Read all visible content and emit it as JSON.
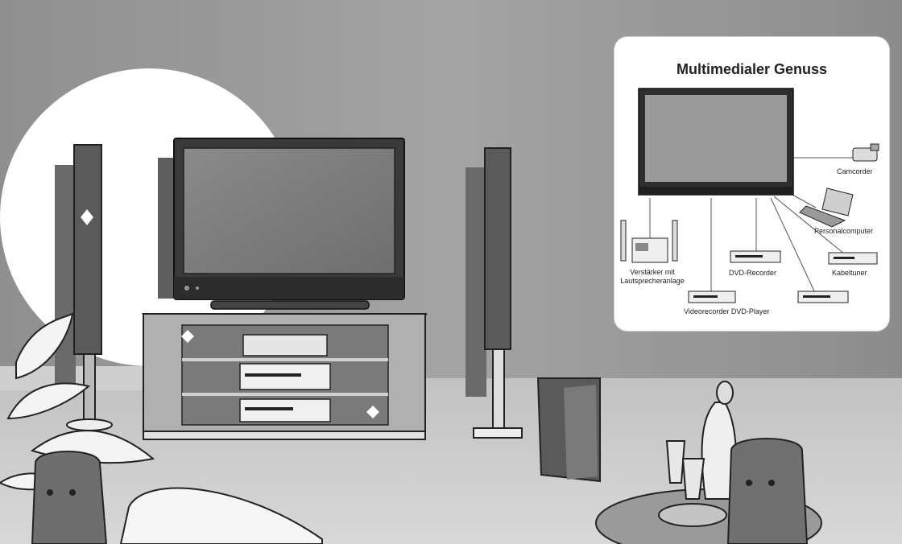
{
  "panel": {
    "title": "Multimedialer Genuss",
    "labels": {
      "camcorder": "Camcorder",
      "personal_computer": "Personalcomputer",
      "amplifier_line1": "Verstärker mit",
      "amplifier_line2": "Lautsprecheranlage",
      "dvd_recorder": "DVD-Recorder",
      "cable_tuner": "Kabeltuner",
      "videorecorder_dvd_player": "Videorecorder DVD-Player"
    }
  },
  "colors": {
    "wall": "#9a9a9a",
    "floor": "#cfcfcf",
    "glow": "#ffffff",
    "device_dark": "#3a3a3a",
    "screen": "#7d7d7d",
    "panel_bg": "#ffffff"
  }
}
